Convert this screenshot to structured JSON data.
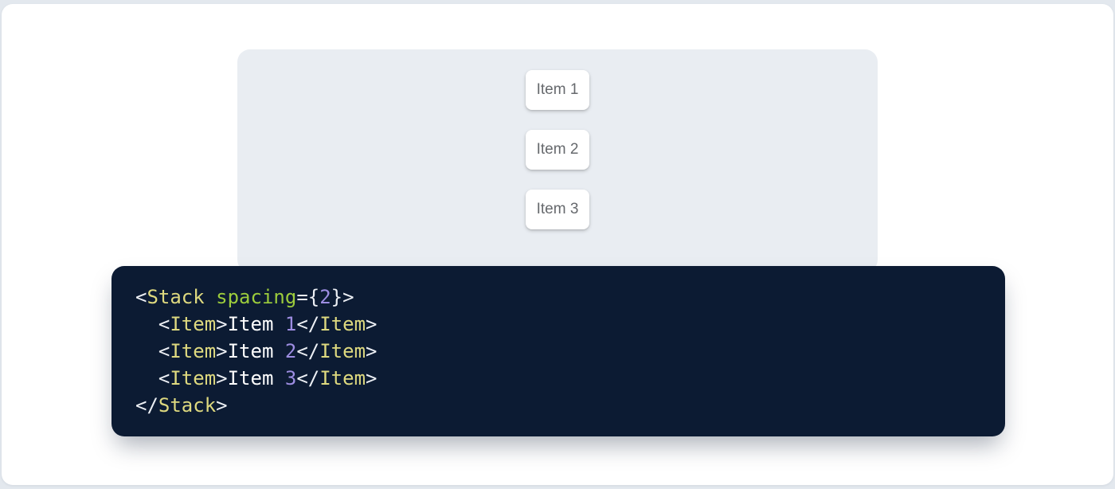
{
  "page": {
    "background_color": "#e3e8ee",
    "card_background_color": "#ffffff"
  },
  "demo": {
    "panel_background_color": "#e9edf2",
    "item_text_color": "#66696d",
    "items": [
      {
        "label": "Item 1"
      },
      {
        "label": "Item 2"
      },
      {
        "label": "Item 3"
      }
    ]
  },
  "code": {
    "background_color": "#0c1b33",
    "colors": {
      "punc": "#eceff4",
      "tag": "#ded97f",
      "attr": "#9ccc3c",
      "num": "#9d8de2",
      "plain": "#ffffff"
    },
    "lines": [
      [
        {
          "c": "punc",
          "v": "<"
        },
        {
          "c": "tag",
          "v": "Stack"
        },
        {
          "c": "plain",
          "v": " "
        },
        {
          "c": "attr",
          "v": "spacing"
        },
        {
          "c": "punc",
          "v": "="
        },
        {
          "c": "punc",
          "v": "{"
        },
        {
          "c": "num",
          "v": "2"
        },
        {
          "c": "punc",
          "v": "}"
        },
        {
          "c": "punc",
          "v": ">"
        }
      ],
      [
        {
          "c": "plain",
          "v": "  "
        },
        {
          "c": "punc",
          "v": "<"
        },
        {
          "c": "tag",
          "v": "Item"
        },
        {
          "c": "punc",
          "v": ">"
        },
        {
          "c": "plain",
          "v": "Item "
        },
        {
          "c": "num",
          "v": "1"
        },
        {
          "c": "punc",
          "v": "</"
        },
        {
          "c": "tag",
          "v": "Item"
        },
        {
          "c": "punc",
          "v": ">"
        }
      ],
      [
        {
          "c": "plain",
          "v": "  "
        },
        {
          "c": "punc",
          "v": "<"
        },
        {
          "c": "tag",
          "v": "Item"
        },
        {
          "c": "punc",
          "v": ">"
        },
        {
          "c": "plain",
          "v": "Item "
        },
        {
          "c": "num",
          "v": "2"
        },
        {
          "c": "punc",
          "v": "</"
        },
        {
          "c": "tag",
          "v": "Item"
        },
        {
          "c": "punc",
          "v": ">"
        }
      ],
      [
        {
          "c": "plain",
          "v": "  "
        },
        {
          "c": "punc",
          "v": "<"
        },
        {
          "c": "tag",
          "v": "Item"
        },
        {
          "c": "punc",
          "v": ">"
        },
        {
          "c": "plain",
          "v": "Item "
        },
        {
          "c": "num",
          "v": "3"
        },
        {
          "c": "punc",
          "v": "</"
        },
        {
          "c": "tag",
          "v": "Item"
        },
        {
          "c": "punc",
          "v": ">"
        }
      ],
      [
        {
          "c": "punc",
          "v": "</"
        },
        {
          "c": "tag",
          "v": "Stack"
        },
        {
          "c": "punc",
          "v": ">"
        }
      ]
    ]
  }
}
